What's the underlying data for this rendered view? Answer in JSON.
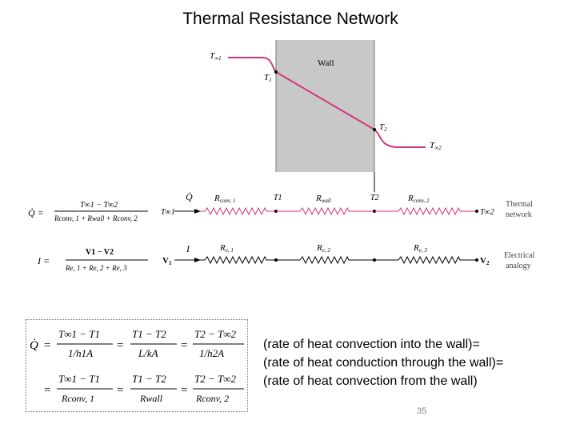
{
  "title": "Thermal Resistance Network",
  "wall_diagram": {
    "wall_label": "Wall",
    "t_inf1": "T",
    "t_inf1_sub": "∞1",
    "t1": "T",
    "t1_sub": "1",
    "t2": "T",
    "t2_sub": "2",
    "t_inf2": "T",
    "t_inf2_sub": "∞2"
  },
  "thermal_row": {
    "q_dot": "Q̇",
    "r_conv1": "R",
    "r_conv1_sub": "conv, 1",
    "r_wall": "R",
    "r_wall_sub": "wall",
    "r_conv2": "R",
    "r_conv2_sub": "conv, 2",
    "node_t_inf1": "T∞1",
    "node_t1": "T1",
    "node_t2": "T2",
    "node_t_inf2": "T∞2",
    "label_line1": "Thermal",
    "label_line2": "network",
    "formula_lhs": "Q̇ =",
    "formula_num": "T∞1 − T∞2",
    "formula_den": "Rconv, 1 + Rwall + Rconv, 2"
  },
  "electrical_row": {
    "current": "I",
    "r1": "R",
    "r1_sub": "e, 1",
    "r2": "R",
    "r2_sub": "e, 2",
    "r3": "R",
    "r3_sub": "e, 3",
    "v1": "V",
    "v1_sub": "1",
    "v2": "V",
    "v2_sub": "2",
    "label_line1": "Electrical",
    "label_line2": "analogy",
    "formula_lhs": "I =",
    "formula_num": "V1 − V2",
    "formula_den": "Re, 1 + Re, 2 + Re, 3"
  },
  "equations": {
    "q": "Q̇",
    "eq": "=",
    "n1": "T∞1 − T1",
    "d1": "1/h1A",
    "n2": "T1 − T2",
    "d2": "L/kA",
    "n3": "T2 − T∞2",
    "d3": "1/h2A",
    "dr1": "Rconv, 1",
    "dr2": "Rwall",
    "dr3": "Rconv, 2"
  },
  "explanation": [
    "(rate of heat convection into the wall)=",
    "(rate of heat conduction through the wall)=",
    "(rate of heat convection from the wall)"
  ],
  "page_number": "35",
  "colors": {
    "profile": "#d6357f",
    "resistor": "#d6357f",
    "wall": "#c8c8c8"
  }
}
